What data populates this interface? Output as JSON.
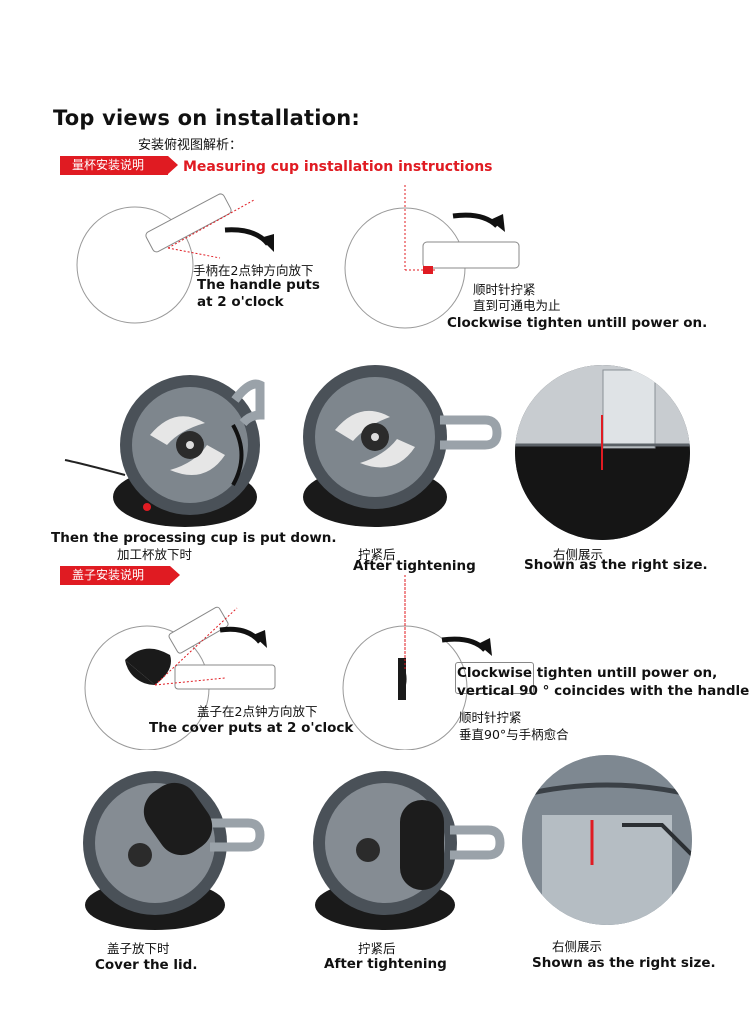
{
  "title": "Top views on installation:",
  "subtitle_zh": "安装俯视图解析：",
  "section1": {
    "tag": "量杯安装说明",
    "heading": "Measuring cup installation instructions",
    "step1_zh": "手柄在2点钟方向放下",
    "step1_en_line1": "The handle puts",
    "step1_en_line2": "at 2 o'clock",
    "step2_zh_line1": "顺时针拧紧",
    "step2_zh_line2": "直到可通电为止",
    "step2_en": "Clockwise tighten untill power on.",
    "photo1_en": "Then the processing cup is put down.",
    "photo1_zh": "加工杯放下时",
    "photo2_zh": "拧紧后",
    "photo2_en": "After tightening",
    "photo3_zh": "右侧展示",
    "photo3_en": "Shown as the right size."
  },
  "section2": {
    "tag": "盖子安装说明",
    "step1_zh": "盖子在2点钟方向放下",
    "step1_en": "The cover puts at 2 o'clock",
    "step2_en_line1": "Clockwise tighten untill power on,",
    "step2_en_line2": "vertical 90 ° coincides with the handle",
    "step2_zh_line1": "顺时针拧紧",
    "step2_zh_line2": "垂直90°与手柄愈合",
    "photo1_zh": "盖子放下时",
    "photo1_en": "Cover the lid.",
    "photo2_zh": "拧紧后",
    "photo2_en": "After tightening",
    "photo3_zh": "右侧展示",
    "photo3_en": "Shown as the right size."
  },
  "colors": {
    "accent": "#e01b22",
    "line": "#555555"
  }
}
